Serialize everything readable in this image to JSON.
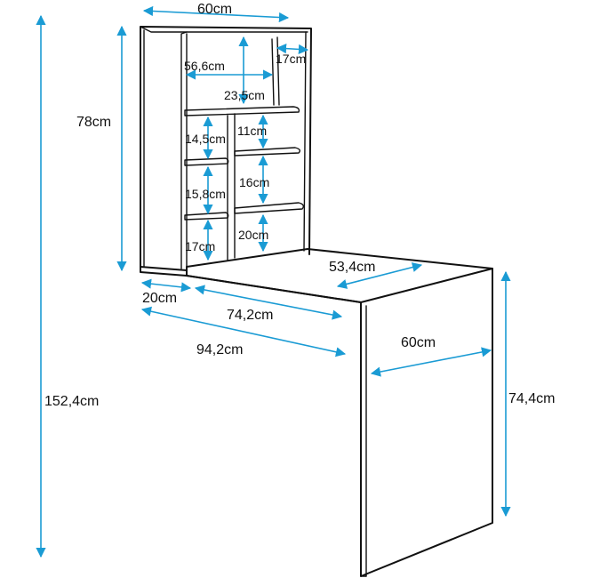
{
  "accent_color": "#1a9bd4",
  "line_color": "#111111",
  "icons": [
    "dimension-arrow-icon"
  ],
  "dimensions": {
    "top_width": "60cm",
    "inner_width": "56,6cm",
    "side_depth": "17cm",
    "shelf_width": "23,5cm",
    "upper_height": "78cm",
    "shelf_gap_left_1": "14,5cm",
    "shelf_gap_right_1": "11cm",
    "shelf_gap_left_2": "15,8cm",
    "shelf_gap_right_2": "16cm",
    "shelf_gap_left_3": "17cm",
    "shelf_gap_right_3": "20cm",
    "table_depth": "53,4cm",
    "cabinet_depth": "20cm",
    "table_inner_length": "74,2cm",
    "table_total_length": "94,2cm",
    "leg_width": "60cm",
    "total_height": "152,4cm",
    "table_height": "74,4cm"
  }
}
